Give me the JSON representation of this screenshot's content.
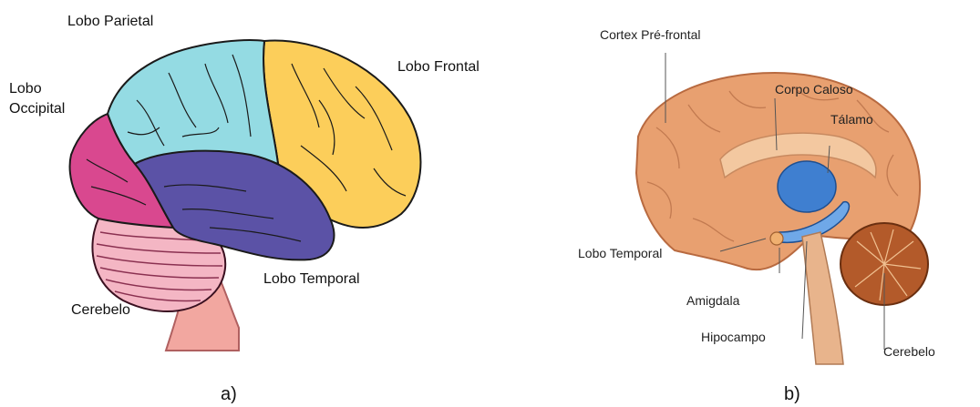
{
  "panel_a": {
    "caption": "a)",
    "labels": {
      "parietal": "Lobo Parietal",
      "frontal": "Lobo Frontal",
      "occipital_1": "Lobo",
      "occipital_2": "Occipital",
      "temporal": "Lobo Temporal",
      "cerebelo": "Cerebelo"
    },
    "colors": {
      "parietal": "#94dbe3",
      "frontal": "#fcce5a",
      "occipital": "#d9488f",
      "temporal": "#5b52a6",
      "cerebelo": "#f4b6c4",
      "brainstem": "#f2a7a0"
    }
  },
  "panel_b": {
    "caption": "b)",
    "labels": {
      "prefrontal": "Cortex Pré-frontal",
      "corpo_caloso": "Corpo Caloso",
      "talamo": "Tálamo",
      "temporal": "Lobo Temporal",
      "amigdala": "Amigdala",
      "hipocampo": "Hipocampo",
      "cerebelo": "Cerebelo"
    },
    "colors": {
      "cortex": "#e8a070",
      "limbic": "#3f7fd0",
      "cerebelo": "#b35a2a"
    }
  }
}
